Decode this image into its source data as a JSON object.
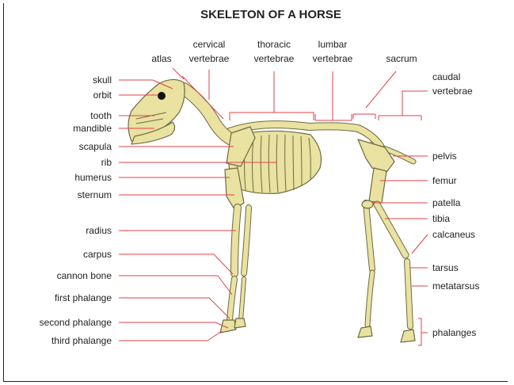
{
  "title": "SKELETON OF A HORSE",
  "labels": {
    "skull": "skull",
    "orbit": "orbit",
    "tooth": "tooth",
    "mandible": "mandible",
    "scapula": "scapula",
    "rib": "rib",
    "humerus": "humerus",
    "sternum": "sternum",
    "radius": "radius",
    "carpus": "carpus",
    "cannon_bone": "cannon bone",
    "first_phalange": "first phalange",
    "second_phalange": "second phalange",
    "third_phalange": "third phalange",
    "atlas": "atlas",
    "cervical_1": "cervical",
    "cervical_2": "vertebrae",
    "thoracic_1": "thoracic",
    "thoracic_2": "vertebrae",
    "lumbar_1": "lumbar",
    "lumbar_2": "vertebrae",
    "sacrum": "sacrum",
    "caudal_1": "caudal",
    "caudal_2": "vertebrae",
    "pelvis": "pelvis",
    "femur": "femur",
    "patella": "patella",
    "tibia": "tibia",
    "calcaneus": "calcaneus",
    "tarsus": "tarsus",
    "metatarsus": "metatarsus",
    "phalanges": "phalanges"
  },
  "colors": {
    "bone": "#e9e2a0",
    "outline": "#6e6a45",
    "leader": "#e0424a"
  }
}
